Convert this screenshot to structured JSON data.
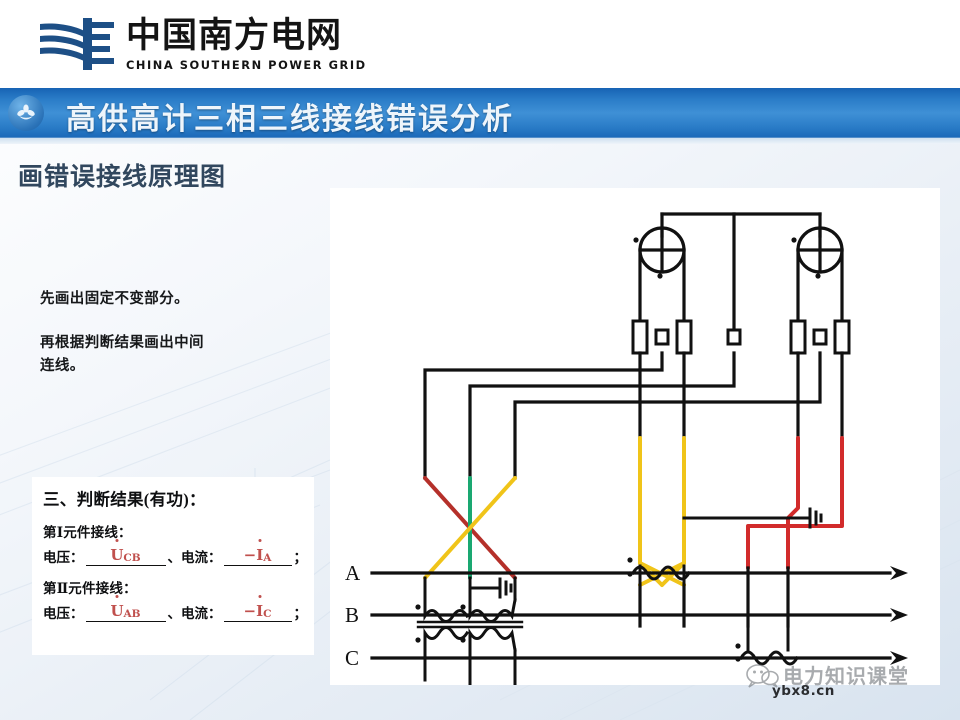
{
  "header": {
    "logo_cn": "中国南方电网",
    "logo_en": "CHINA SOUTHERN POWER GRID",
    "logo_mark_icon": "southern-power-grid-logo-icon"
  },
  "title_bar": {
    "badge_icon": "flower-badge-icon",
    "title": "高供高计三相三线接线错误分析"
  },
  "subtitle": "画错误接线原理图",
  "body": {
    "line1": "先画出固定不变部分。",
    "line2": "再根据判断结果画出中间",
    "line3": "连线。"
  },
  "result_box": {
    "title": "三、判断结果(有功)：",
    "element1_label": "第Ⅰ元件接线：",
    "element2_label": "第Ⅱ元件接线：",
    "voltage_label": "电压：",
    "current_label": "、电流：",
    "semicolon": "；",
    "e1_voltage_symbol": "U",
    "e1_voltage_sub": "CB",
    "e1_current_prefix": "−",
    "e1_current_symbol": "I",
    "e1_current_sub": "A",
    "e2_voltage_symbol": "U",
    "e2_voltage_sub": "AB",
    "e2_current_prefix": "−",
    "e2_current_symbol": "I",
    "e2_current_sub": "C",
    "accent_color": "#c0504d"
  },
  "diagram": {
    "phase_labels": [
      "A",
      "B",
      "C"
    ],
    "meter_element_1_icon": "wattmeter-element-icon",
    "meter_element_2_icon": "wattmeter-element-icon",
    "earth_symbol_pt_icon": "earth-ground-icon",
    "earth_symbol_ct_icon": "earth-ground-icon",
    "pt_icon": "voltage-transformer-v-connection-icon",
    "ct_a_icon": "current-transformer-icon",
    "ct_c_icon": "current-transformer-icon",
    "wire_colors": {
      "yellow": "#f0c419",
      "green": "#1aa871",
      "red": "#d22b2b",
      "dark_red": "#b5302a",
      "black": "#111111"
    }
  },
  "watermark": {
    "icon": "wechat-official-account-icon",
    "text": "电力知识课堂",
    "url": "ybx8.cn"
  },
  "theme": {
    "title_bar_blue": "#2a7cc7",
    "subtitle_color": "#31475e",
    "background": "#e9eff6"
  }
}
